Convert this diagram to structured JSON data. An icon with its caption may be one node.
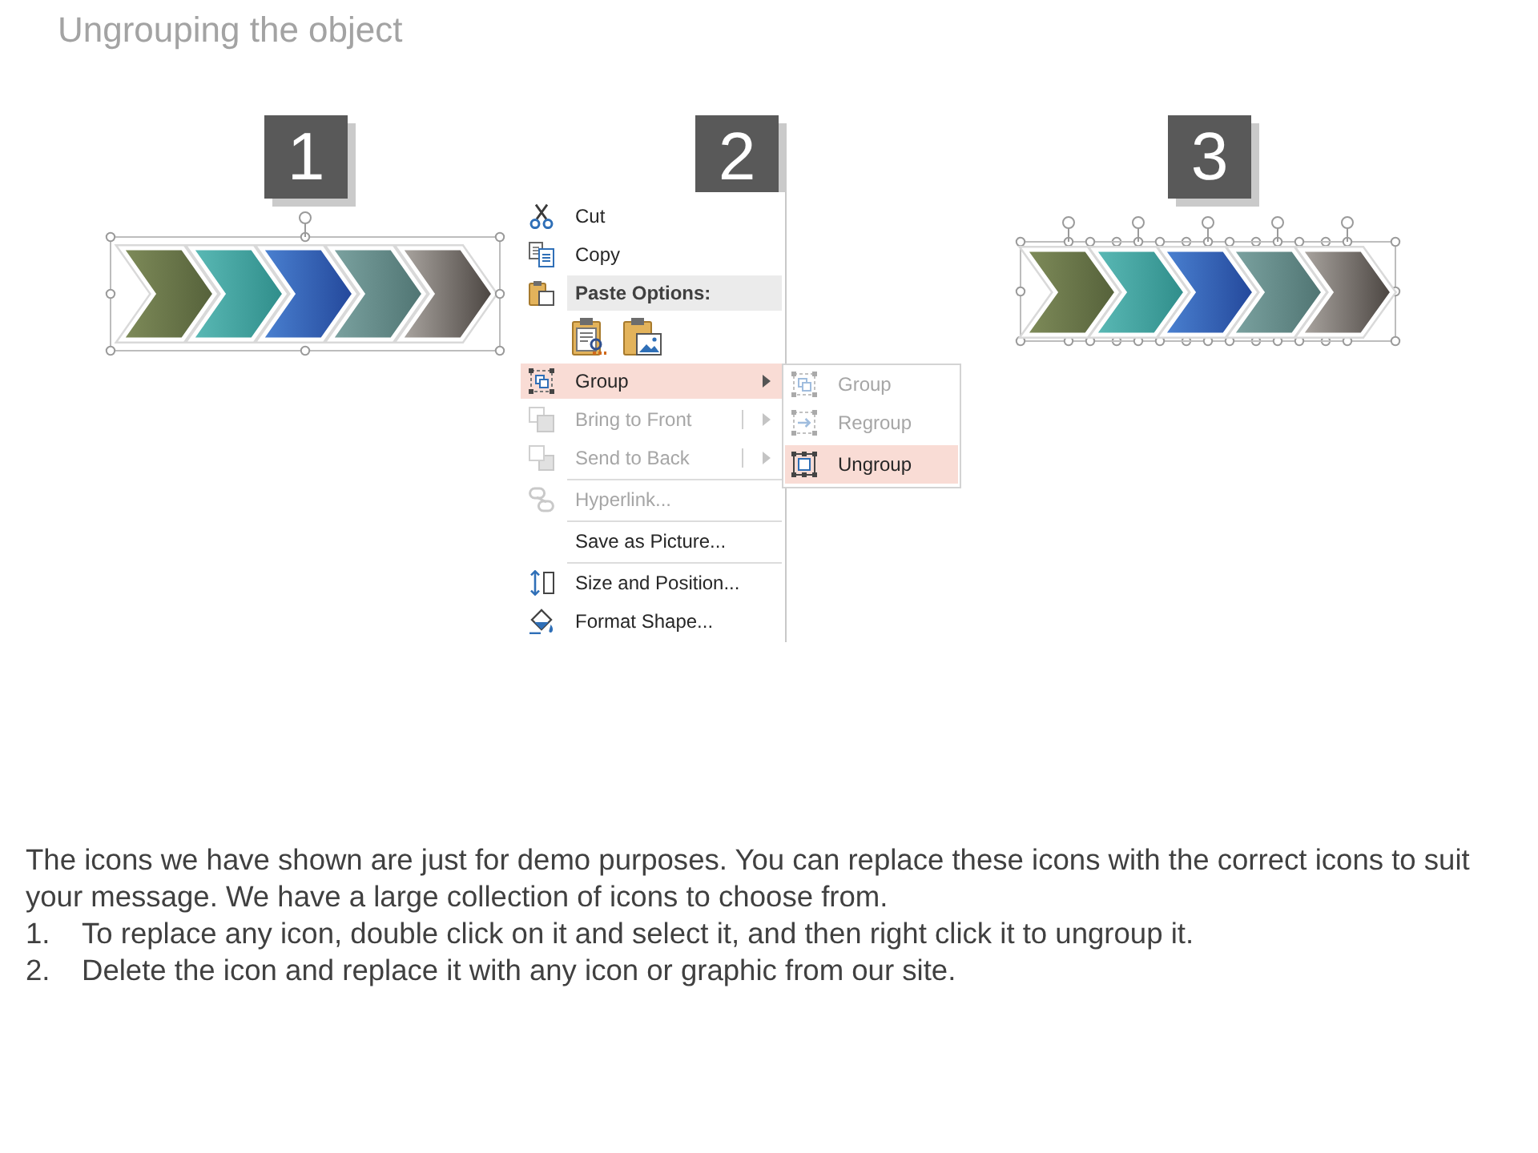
{
  "diagram": {
    "title": "Ungrouping the object",
    "nodes": [
      {
        "text": [
          "1"
        ]
      },
      {
        "text": [
          "2"
        ]
      },
      {
        "text": [
          "3"
        ]
      },
      {
        "text": [
          "Cut",
          "Copy",
          "Paste Options:",
          "Group",
          "Bring to Front",
          "Send to Back",
          "Hyperlink...",
          "Save as Picture...",
          "Size and Position...",
          "Format Shape..."
        ]
      },
      {
        "text": [
          "Group",
          "Regroup",
          "Ungroup"
        ]
      }
    ],
    "labels": [
      "The icons we have shown are just for demo purposes. You can replace these icons with the correct icons to suit your message. We have a large collection of icons to choose from.",
      "1.",
      "To replace any icon, double click on it and select it, and then right click it to ungroup it.",
      "2.",
      "Delete the icon and replace it with any icon or graphic from our site."
    ]
  }
}
